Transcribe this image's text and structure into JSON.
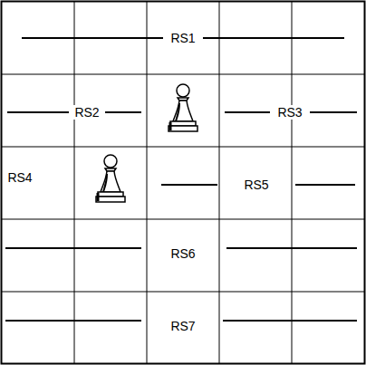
{
  "diagram": {
    "labels": [
      "RS1",
      "RS2",
      "RS3",
      "RS4",
      "RS5",
      "RS6",
      "RS7"
    ]
  }
}
